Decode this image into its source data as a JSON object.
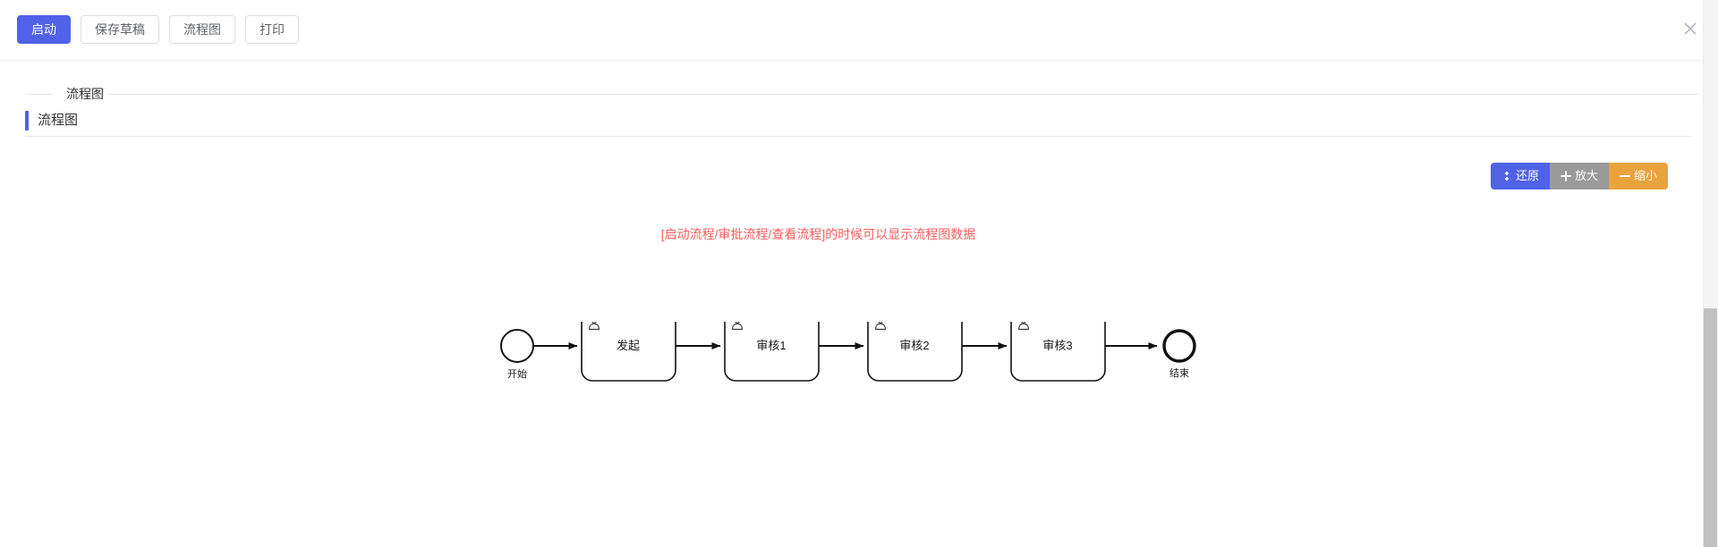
{
  "toolbar": {
    "buttons": [
      {
        "label": "启动",
        "style": "primary",
        "name": "start-process-button"
      },
      {
        "label": "保存草稿",
        "style": "default",
        "name": "save-draft-button"
      },
      {
        "label": "流程图",
        "style": "default",
        "name": "flowchart-button"
      },
      {
        "label": "打印",
        "style": "default",
        "name": "print-button"
      }
    ],
    "close_icon": "close-icon"
  },
  "divider": {
    "label": "流程图"
  },
  "card": {
    "title": "流程图",
    "accent_color": "#4f62e8"
  },
  "zoom_controls": {
    "buttons": [
      {
        "label": "还原",
        "icon": "restore-icon",
        "color": "#4f62e8"
      },
      {
        "label": "放大",
        "icon": "plus-icon",
        "color": "#9a9a9a"
      },
      {
        "label": "缩小",
        "icon": "minus-icon",
        "color": "#e8a33d"
      }
    ]
  },
  "hint": {
    "text": "[启动流程/审批流程/查看流程]的时候可以显示流程图数据",
    "color": "#f95c5c"
  },
  "flowchart": {
    "start": {
      "label": "开始"
    },
    "end": {
      "label": "结束"
    },
    "tasks": [
      {
        "label": "发起",
        "icon": "user-task-icon"
      },
      {
        "label": "审核1",
        "icon": "user-task-icon"
      },
      {
        "label": "审核2",
        "icon": "user-task-icon"
      },
      {
        "label": "审核3",
        "icon": "user-task-icon"
      }
    ]
  }
}
